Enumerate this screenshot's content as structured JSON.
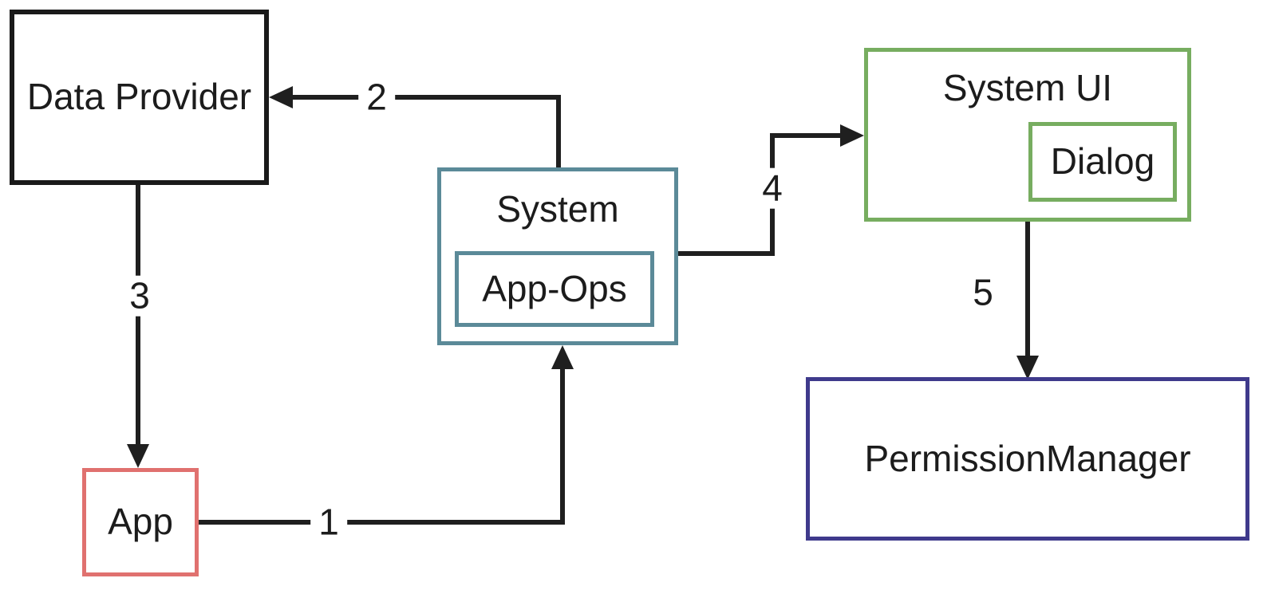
{
  "diagram": {
    "type": "flow-diagram",
    "colors": {
      "background": "#ffffff",
      "text": "#1c1c1c",
      "arrow": "#1f1f1f",
      "data_provider_border": "#1a1a1a",
      "system_border": "#5b8a98",
      "system_ui_border": "#77ad60",
      "permission_manager_border": "#3f3a8c",
      "app_border": "#e0716f"
    },
    "nodes": {
      "data_provider": {
        "label": "Data Provider"
      },
      "system": {
        "label": "System"
      },
      "app_ops": {
        "label": "App-Ops",
        "parent": "System"
      },
      "system_ui": {
        "label": "System UI"
      },
      "dialog": {
        "label": "Dialog",
        "parent": "System UI"
      },
      "permission_manager": {
        "label": "PermissionManager"
      },
      "app": {
        "label": "App"
      }
    },
    "edges": {
      "e1": {
        "label": "1",
        "from": "App",
        "to": "System"
      },
      "e2": {
        "label": "2",
        "from": "System",
        "to": "Data Provider"
      },
      "e3": {
        "label": "3",
        "from": "Data Provider",
        "to": "App"
      },
      "e4": {
        "label": "4",
        "from": "System",
        "to": "System UI"
      },
      "e5": {
        "label": "5",
        "from": "System UI",
        "to": "PermissionManager"
      }
    }
  }
}
